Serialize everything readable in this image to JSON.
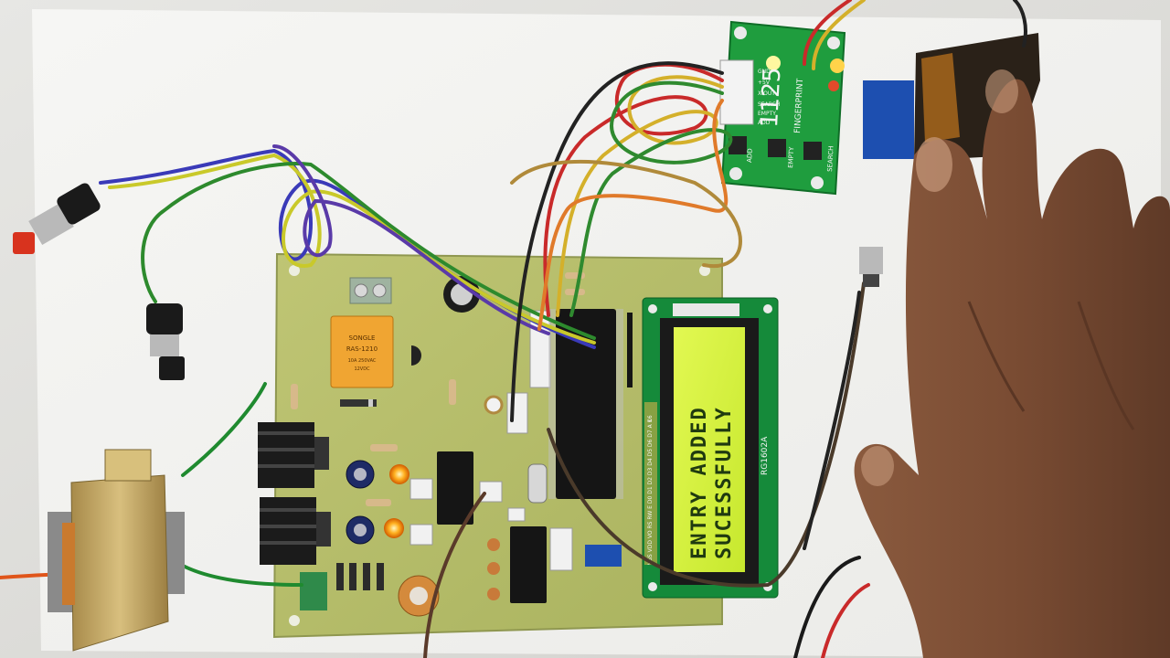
{
  "lcd": {
    "line1": "ENTRY ADDED",
    "line2": "SUCESSFULLY",
    "model": "RG1602A",
    "pins": "VSS VDD VO RS RW E D0 D1 D2 D3 D4 D5 D6 D7 A K",
    "pin16": "16"
  },
  "fingerprint_module": {
    "number": "1125",
    "label": "FINGERPRINT",
    "buttons": [
      "ADD",
      "EMPTY",
      "SEARCH"
    ],
    "pins": [
      "GND",
      "+5V",
      "X-OUT",
      "SEARCH",
      "EMPTY",
      "ADD"
    ]
  },
  "relay": {
    "brand": "SONGLE",
    "model": "RAS-1210",
    "specs": [
      "10A 250VAC",
      "12VDC"
    ]
  },
  "colors": {
    "pcb": "#b8bf6a",
    "lcd_backlight": "#d6f23c",
    "module_green": "#1f9d3e",
    "background": "#f1f1ef"
  }
}
